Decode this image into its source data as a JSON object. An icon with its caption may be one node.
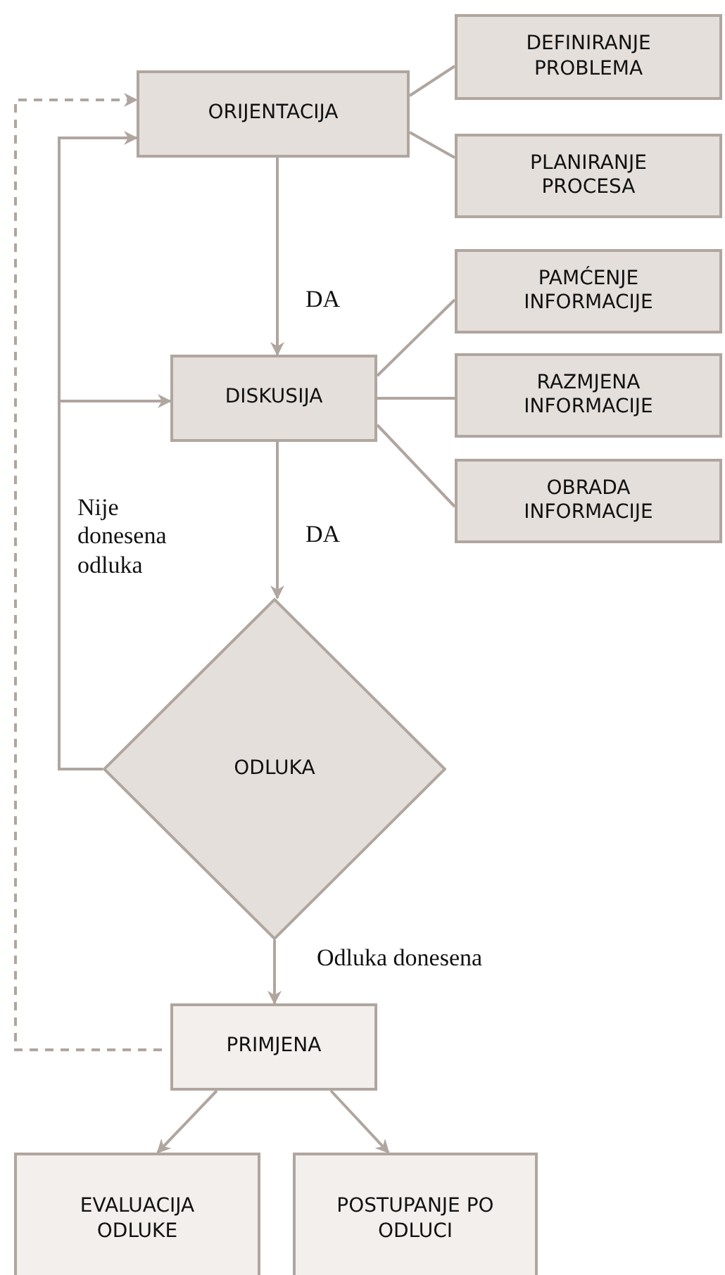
{
  "diagram": {
    "nodes": [
      {
        "text": [
          "ORIJENTACIJA"
        ]
      },
      {
        "text": [
          "DEFINIRANJE PROBLEMA"
        ]
      },
      {
        "text": [
          "PLANIRANJE PROCESA"
        ]
      },
      {
        "text": [
          "DISKUSIJA"
        ]
      },
      {
        "text": [
          "PAMĆENJE INFORMACIJE"
        ]
      },
      {
        "text": [
          "RAZMJENA INFORMACIJE"
        ]
      },
      {
        "text": [
          "OBRADA INFORMACIJE"
        ]
      },
      {
        "text": [
          "ODLUKA"
        ]
      },
      {
        "text": [
          "PRIMJENA"
        ]
      },
      {
        "text": [
          "EVALUACIJA ODLUKE"
        ]
      },
      {
        "text": [
          "POSTUPANJE PO ODLUCI"
        ]
      }
    ],
    "edges": [
      {
        "from": 0,
        "to": 1,
        "arrow": "none"
      },
      {
        "from": 0,
        "to": 2,
        "arrow": "none"
      },
      {
        "from": 0,
        "to": 3,
        "arrow": "to",
        "label": "DA"
      },
      {
        "from": 3,
        "to": 4,
        "arrow": "none"
      },
      {
        "from": 3,
        "to": 5,
        "arrow": "none"
      },
      {
        "from": 3,
        "to": 6,
        "arrow": "none"
      },
      {
        "from": 3,
        "to": 7,
        "arrow": "to",
        "label": "DA"
      },
      {
        "from": 7,
        "to": 0,
        "arrow": "to",
        "label": "Nije donesena odluka"
      },
      {
        "from": 7,
        "to": 3,
        "arrow": "to"
      },
      {
        "from": 7,
        "to": 8,
        "arrow": "to",
        "label": "Odluka donesena"
      },
      {
        "from": 8,
        "to": 0,
        "arrow": "to",
        "style": "dashed"
      },
      {
        "from": 8,
        "to": 9,
        "arrow": "to"
      },
      {
        "from": 8,
        "to": 10,
        "arrow": "to"
      }
    ]
  }
}
